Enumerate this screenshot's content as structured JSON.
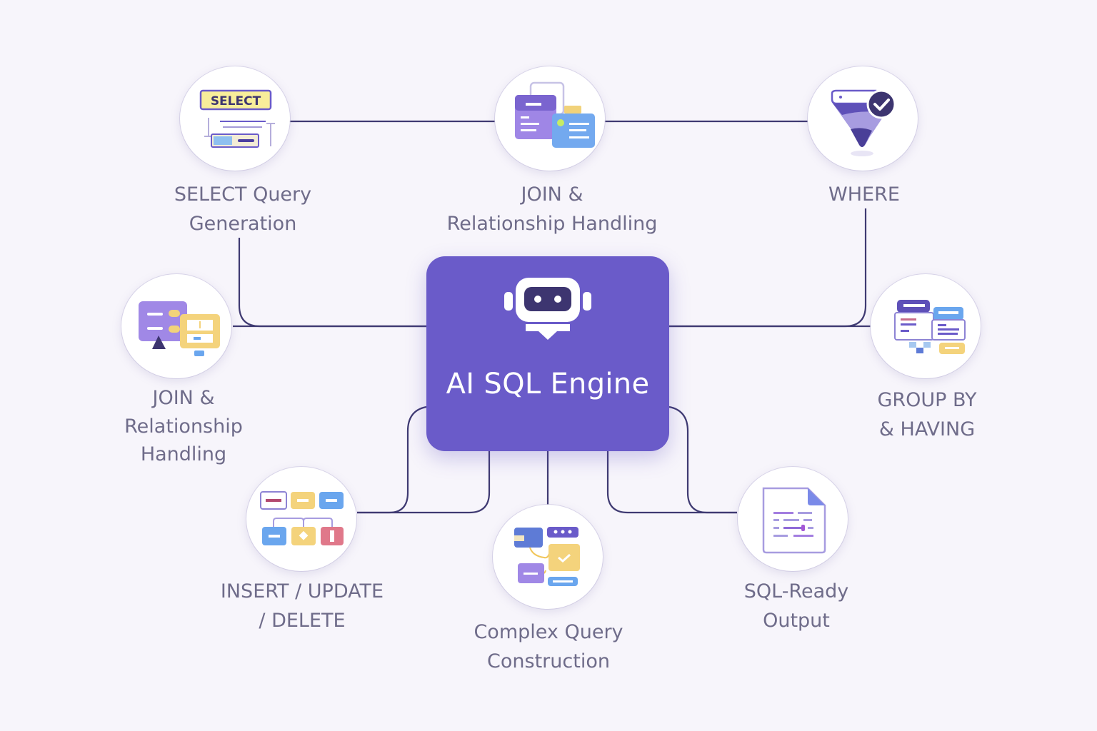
{
  "diagram": {
    "title": "AI SQL Engine",
    "hub": {
      "label": "AI SQL Engine",
      "icon": "robot-icon"
    },
    "nodes": [
      {
        "id": "select",
        "lines": [
          "SELECT Query",
          "Generation"
        ],
        "icon": "select-query-icon",
        "icon_text": "SELECT"
      },
      {
        "id": "join-top",
        "lines": [
          "JOIN &",
          "Relationship Handling"
        ],
        "icon": "join-tables-icon"
      },
      {
        "id": "where",
        "lines": [
          "WHERE"
        ],
        "icon": "filter-funnel-check-icon"
      },
      {
        "id": "join-left",
        "lines": [
          "JOIN &",
          "Relationship",
          "Handling"
        ],
        "icon": "relationship-icon"
      },
      {
        "id": "group-by",
        "lines": [
          "GROUP BY",
          "& HAVING"
        ],
        "icon": "grouping-icon"
      },
      {
        "id": "insert-update-delete",
        "lines": [
          "INSERT / UPDATE",
          "/ DELETE"
        ],
        "icon": "crud-blocks-icon"
      },
      {
        "id": "complex-query",
        "lines": [
          "Complex Query",
          "Construction"
        ],
        "icon": "complex-query-icon"
      },
      {
        "id": "sql-output",
        "lines": [
          "SQL-Ready",
          "Output"
        ],
        "icon": "sql-document-icon"
      }
    ],
    "colors": {
      "hub": "#6a5bc9",
      "connector": "#3f3a72",
      "label": "#6f6c8a",
      "background": "#f7f5fb",
      "accent_yellow": "#f6d77a",
      "accent_blue": "#6aa6ee",
      "accent_purple": "#8f7ae0",
      "accent_red": "#e0788a"
    }
  }
}
